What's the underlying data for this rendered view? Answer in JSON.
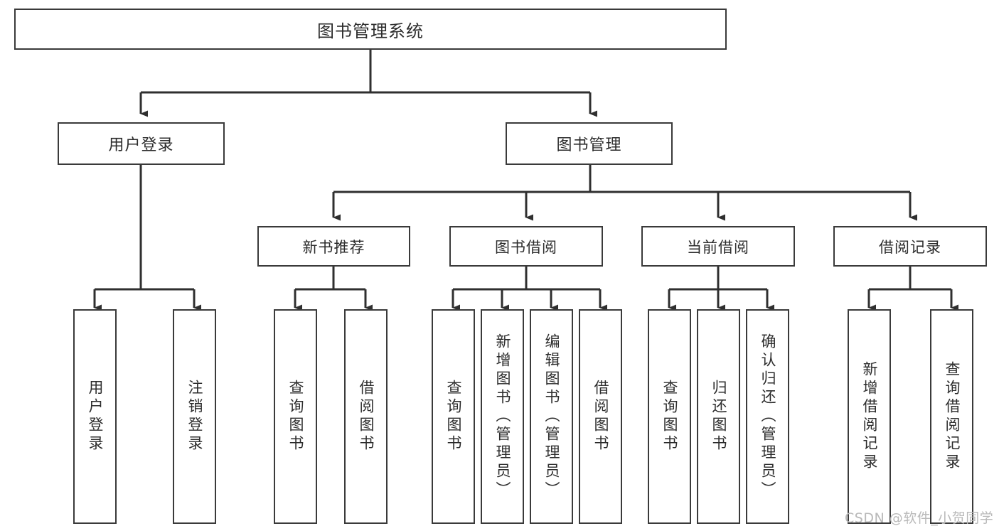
{
  "diagram": {
    "title": "图书管理系统",
    "type": "tree",
    "watermark": "CSDN @软件_小贺同学",
    "colors": {
      "border": "#3a3a3a",
      "text": "#2c2c2c",
      "background": "#ffffff",
      "connector": "#2f2f2f",
      "watermark": "#b9b9b9"
    },
    "root": {
      "label": "图书管理系统"
    },
    "level1": [
      {
        "label": "用户登录"
      },
      {
        "label": "图书管理"
      }
    ],
    "level2": [
      {
        "label": "新书推荐"
      },
      {
        "label": "图书借阅"
      },
      {
        "label": "当前借阅"
      },
      {
        "label": "借阅记录"
      }
    ],
    "leaves": {
      "user_login": [
        {
          "label": "用户登录"
        },
        {
          "label": "注销登录"
        }
      ],
      "new_book_recommend": [
        {
          "label": "查询图书"
        },
        {
          "label": "借阅图书"
        }
      ],
      "book_borrow": [
        {
          "label": "查询图书"
        },
        {
          "label": "新增图书（管理员）"
        },
        {
          "label": "编辑图书（管理员）"
        },
        {
          "label": "借阅图书"
        }
      ],
      "current_borrow": [
        {
          "label": "查询图书"
        },
        {
          "label": "归还图书"
        },
        {
          "label": "确认归还（管理员）"
        }
      ],
      "borrow_record": [
        {
          "label": "新增借阅记录"
        },
        {
          "label": "查询借阅记录"
        }
      ]
    }
  }
}
